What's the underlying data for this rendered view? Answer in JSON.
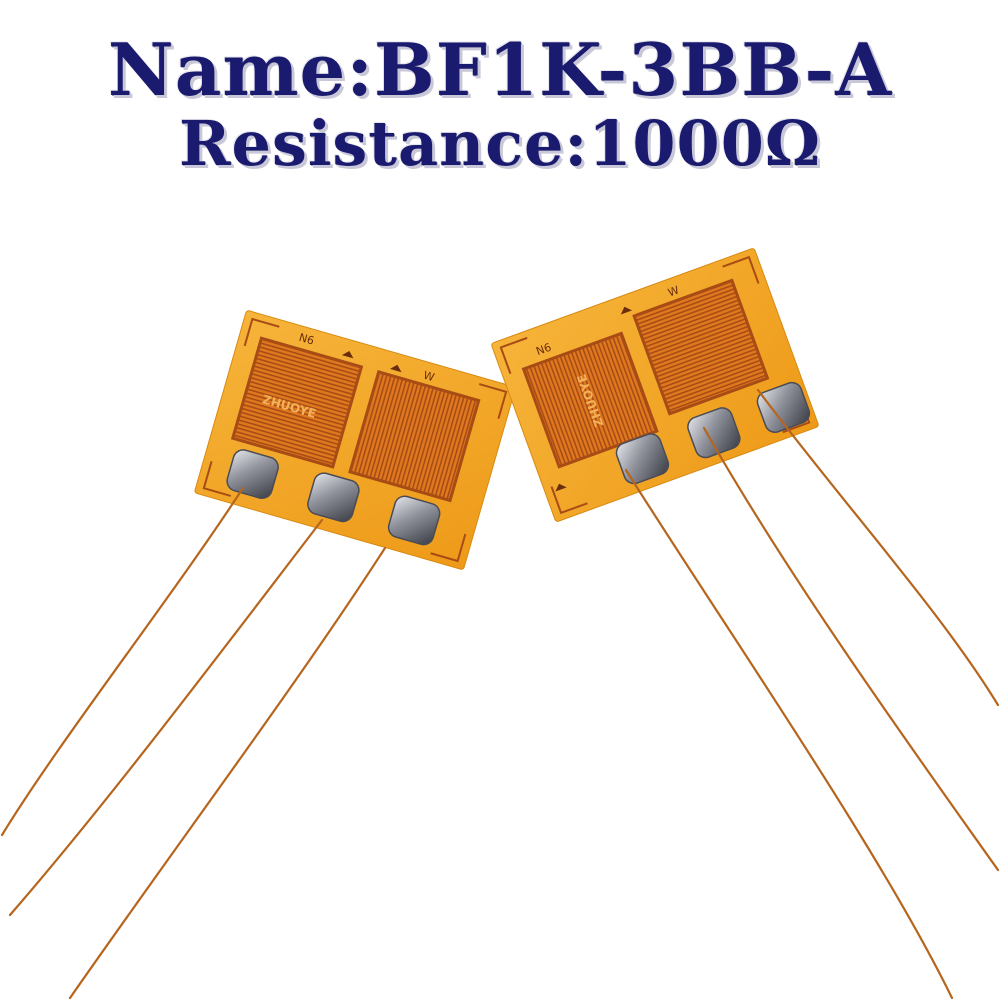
{
  "caption": {
    "name_line": "Name:BF1K-3BB-A",
    "resistance_line": "Resistance:1000Ω"
  },
  "gauge_markings": {
    "code": "N6",
    "brand": "ZHUOYE",
    "direction_mark": "W"
  },
  "colors": {
    "caption_text": "#1a1a6e",
    "substrate": "#f0a020",
    "grid": "#b5561a",
    "solder": "#9a9ca6",
    "wire": "#b5651d"
  }
}
